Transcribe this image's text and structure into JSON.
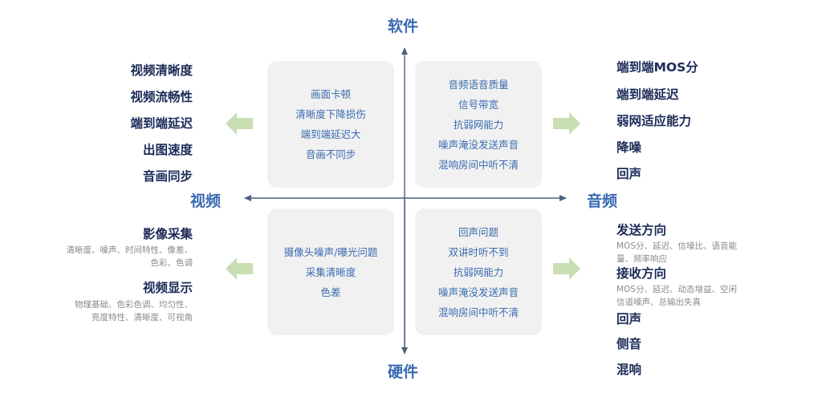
{
  "axes": {
    "top": "软件",
    "bottom": "硬件",
    "left": "视频",
    "right": "音频"
  },
  "quadrants": {
    "top_left": [
      "画面卡顿",
      "清晰度下降损伤",
      "端到端延迟大",
      "音画不同步"
    ],
    "top_right": [
      "音频语音质量",
      "信号带宽",
      "抗弱网能力",
      "噪声淹没发送声音",
      "混响房间中听不清"
    ],
    "bottom_left": [
      "摄像头噪声/曝光问题",
      "采集清晰度",
      "色差"
    ],
    "bottom_right": [
      "回声问题",
      "双讲时听不到",
      "抗弱网能力",
      "噪声淹没发送声音",
      "混响房间中听不清"
    ]
  },
  "left_top_items": [
    "视频清晰度",
    "视频流畅性",
    "端到端延迟",
    "出图速度",
    "音画同步"
  ],
  "left_bottom": {
    "capture_title": "影像采集",
    "capture_sub_1": "清晰度、噪声、时间特性、像差、",
    "capture_sub_2": "色彩、色调",
    "display_title": "视频显示",
    "display_sub_1": "物理基础、色彩色调、均匀性、",
    "display_sub_2": "亮度特性、清晰度、可视角"
  },
  "right_top_items": [
    "端到端MOS分",
    "端到端延迟",
    "弱网适应能力",
    "降噪",
    "回声"
  ],
  "right_bottom": {
    "send_title": "发送方向",
    "send_sub_1": "MOS分、延迟、信噪比、语音能",
    "send_sub_2": "量、频率响应",
    "recv_title": "接收方向",
    "recv_sub_1": "MOS分、延迟、动态增益、空闲",
    "recv_sub_2": "信道噪声、总输出失真",
    "items": [
      "回声",
      "侧音",
      "混响"
    ]
  },
  "colors": {
    "axis_label": "#3a6ab0",
    "quad_text": "#3a6ab0",
    "quad_bg": "#f1f1f1",
    "item_text": "#1b2b58",
    "sub_text": "#8a8a8a",
    "arrow": "#c9dfb3",
    "axis_line": "#4d5f80"
  }
}
